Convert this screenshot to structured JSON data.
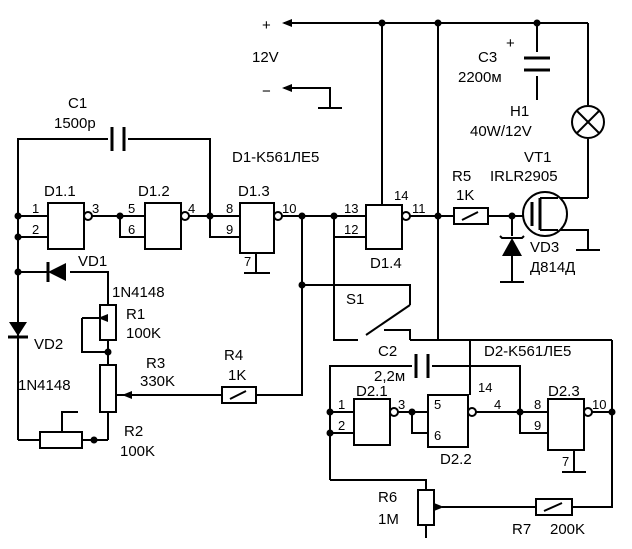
{
  "power": {
    "plus": "+",
    "voltage": "12V",
    "minus": "−"
  },
  "d1_title": "D1-K561ЛЕ5",
  "d2_title": "D2-K561ЛЕ5",
  "c1": {
    "name": "C1",
    "value": "1500p"
  },
  "c2": {
    "name": "C2",
    "value": "2,2м"
  },
  "c3": {
    "name": "C3",
    "value": "2200м",
    "polarity": "+"
  },
  "h1": {
    "name": "H1",
    "value": "40W/12V"
  },
  "vt1": {
    "name": "VT1",
    "value": "IRLR2905"
  },
  "vd1": {
    "name": "VD1",
    "value": "1N4148"
  },
  "vd2": {
    "name": "VD2",
    "value": "1N4148"
  },
  "vd3": {
    "name": "VD3",
    "value": "Д814Д"
  },
  "r1": {
    "name": "R1",
    "value": "100K"
  },
  "r2": {
    "name": "R2",
    "value": "100K"
  },
  "r3": {
    "name": "R3",
    "value": "330K"
  },
  "r4": {
    "name": "R4",
    "value": "1K"
  },
  "r5": {
    "name": "R5",
    "value": "1K"
  },
  "r6": {
    "name": "R6",
    "value": "1M"
  },
  "r7": {
    "name": "R7",
    "value": "200K"
  },
  "s1": {
    "name": "S1"
  },
  "gates": {
    "d11": {
      "name": "D1.1",
      "pins": [
        "1",
        "2",
        "3"
      ]
    },
    "d12": {
      "name": "D1.2",
      "pins": [
        "5",
        "6",
        "4"
      ]
    },
    "d13": {
      "name": "D1.3",
      "pins": [
        "8",
        "9",
        "10",
        "7"
      ]
    },
    "d14": {
      "name": "D1.4",
      "pins": [
        "13",
        "12",
        "11",
        "14"
      ]
    },
    "d21": {
      "name": "D2.1",
      "pins": [
        "1",
        "2",
        "3"
      ]
    },
    "d22": {
      "name": "D2.2",
      "pins": [
        "5",
        "6",
        "4",
        "14"
      ]
    },
    "d23": {
      "name": "D2.3",
      "pins": [
        "8",
        "9",
        "10",
        "7"
      ]
    }
  }
}
